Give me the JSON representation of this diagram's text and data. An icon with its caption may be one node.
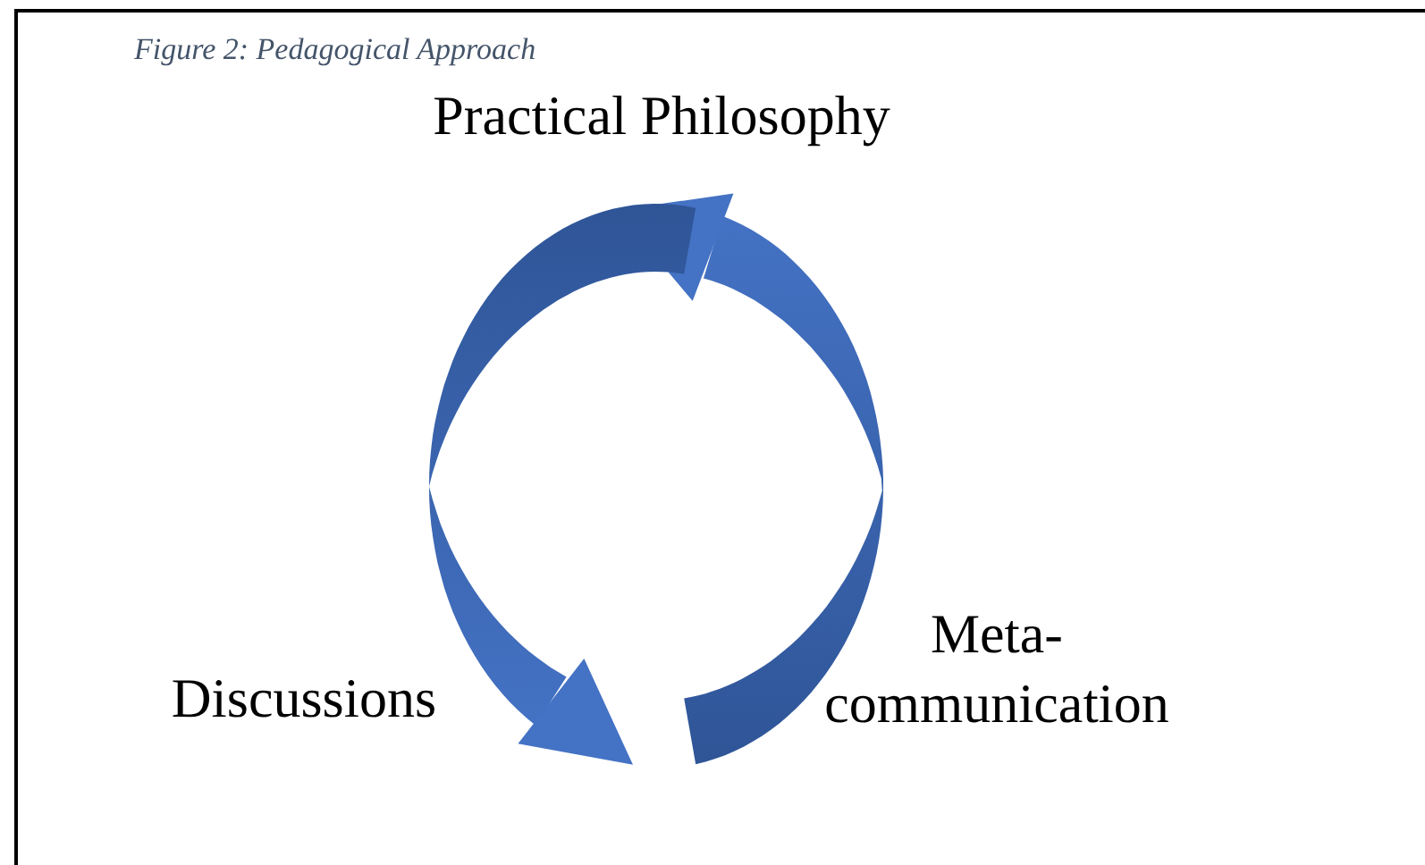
{
  "diagram": {
    "title": "Figure 2: Pedagogical Approach",
    "nodes": [
      {
        "text": [
          "Practical Philosophy"
        ]
      },
      {
        "text": [
          "Discussions"
        ]
      },
      {
        "text": [
          "Meta-communication"
        ]
      }
    ],
    "edges": [
      {
        "from": 0,
        "to": 2,
        "arrow": "to"
      },
      {
        "from": 2,
        "to": 0,
        "arrow": "to"
      }
    ]
  }
}
